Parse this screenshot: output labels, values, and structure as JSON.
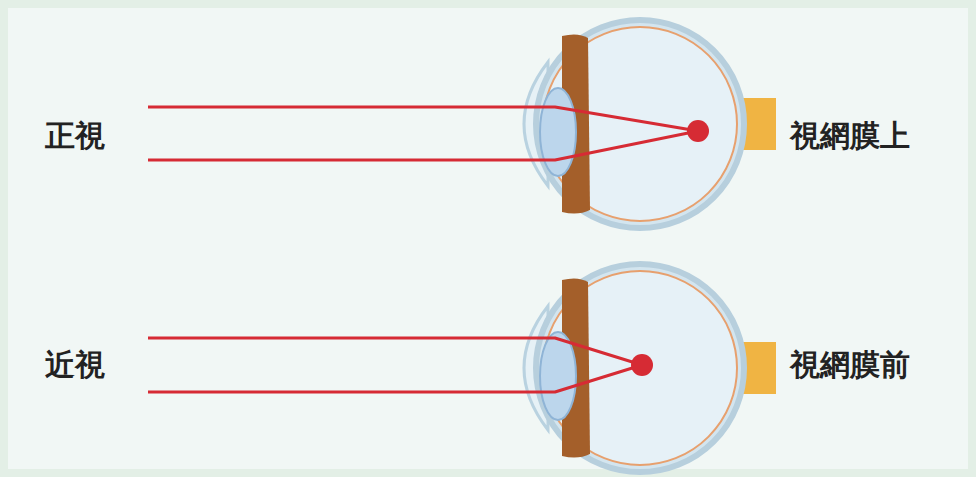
{
  "diagram": {
    "labels": [
      "正視",
      "視網膜上",
      "近視",
      "視網膜前"
    ]
  }
}
